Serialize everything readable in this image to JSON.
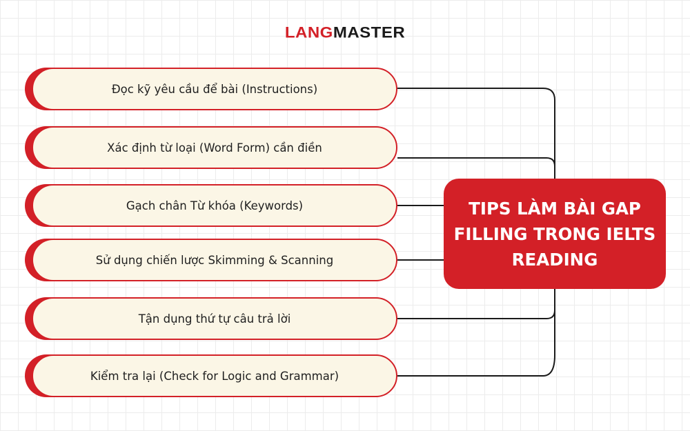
{
  "brand": {
    "logo_text": "LANGMASTER",
    "logo_parts": [
      {
        "text": "LANG",
        "color": "#d32027"
      },
      {
        "text": "MASTER",
        "color": "#1a1a1a"
      }
    ]
  },
  "center": {
    "title": "TIPS LÀM BÀI GAP FILLING TRONG IELTS READING"
  },
  "tips": [
    {
      "label": "Đọc kỹ yêu cầu để bài (Instructions)"
    },
    {
      "label": "Xác định từ loại (Word Form) cần điền"
    },
    {
      "label": "Gạch chân Từ khóa (Keywords)"
    },
    {
      "label": "Sử dụng chiến lược Skimming & Scanning"
    },
    {
      "label": "Tận dụng thứ tự câu trả lời"
    },
    {
      "label": "Kiểm tra lại (Check for Logic and Grammar)"
    }
  ],
  "colors": {
    "accent": "#d32027",
    "pill_fill": "#fbf6e6",
    "connector": "#1a1a1a",
    "text": "#1f1f1f"
  }
}
